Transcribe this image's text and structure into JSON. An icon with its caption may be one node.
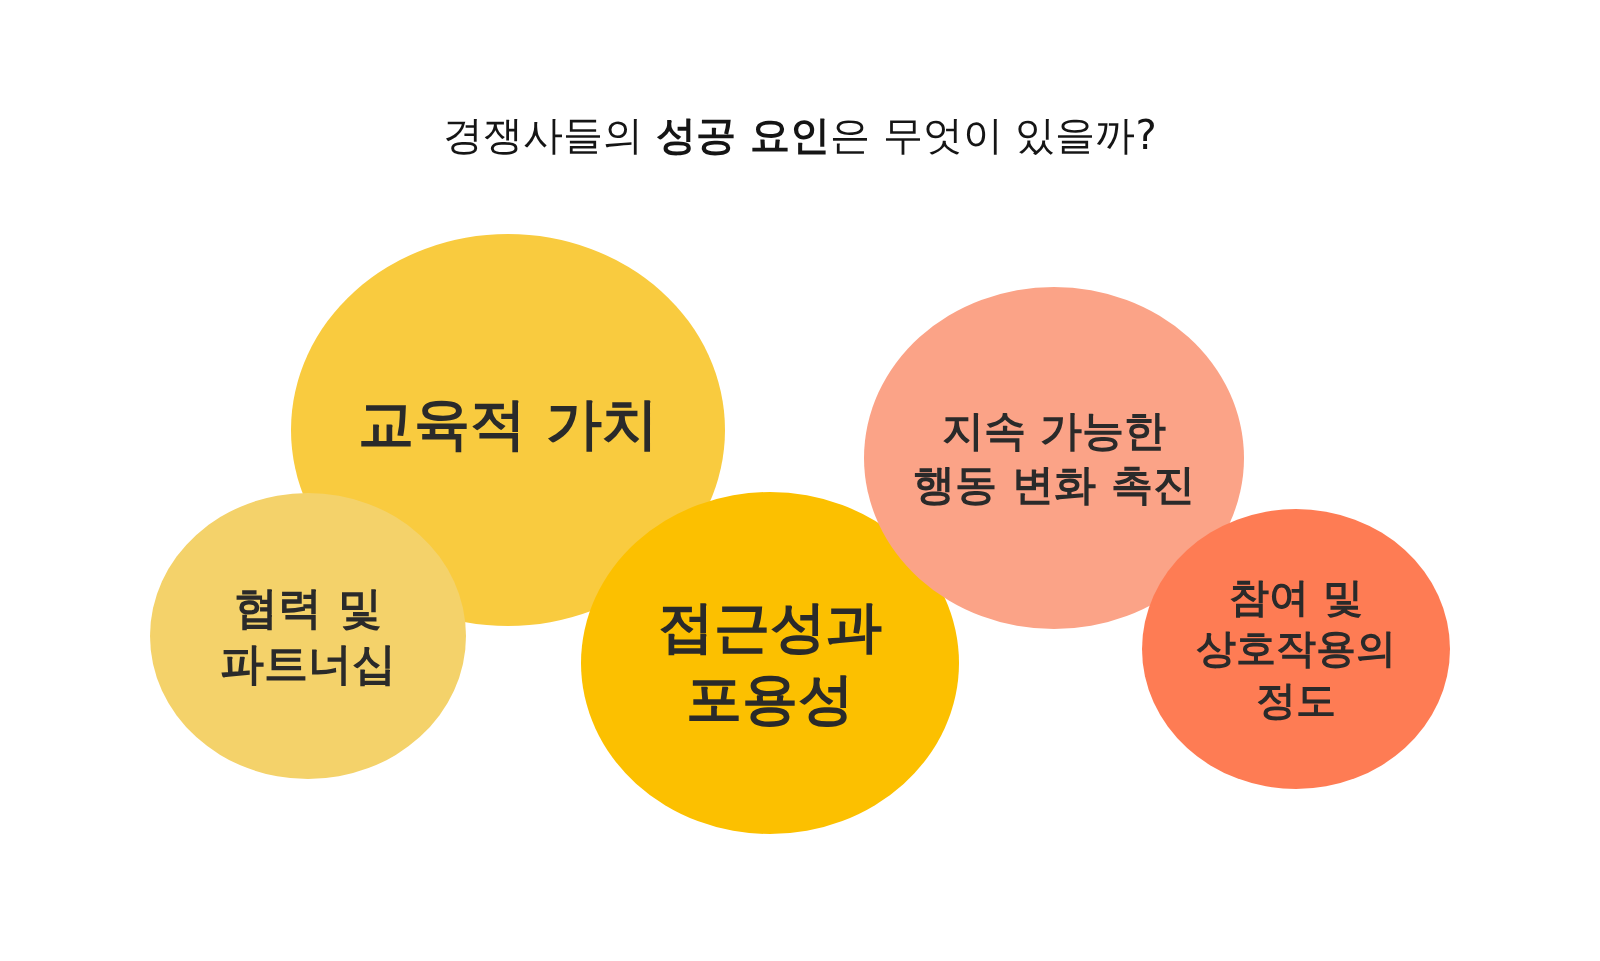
{
  "diagram": {
    "title": "경쟁사들의 **성공 요인**은 무엇이 있을까?",
    "nodes": [
      {
        "text": [
          "교육적 가치"
        ]
      },
      {
        "text": [
          "지속 가능한 행동 변화 촉진"
        ]
      },
      {
        "text": [
          "협력 및 파트너십"
        ]
      },
      {
        "text": [
          "접근성과 포용성"
        ]
      },
      {
        "text": [
          "참여 및 상호작용의 정도"
        ]
      }
    ]
  }
}
